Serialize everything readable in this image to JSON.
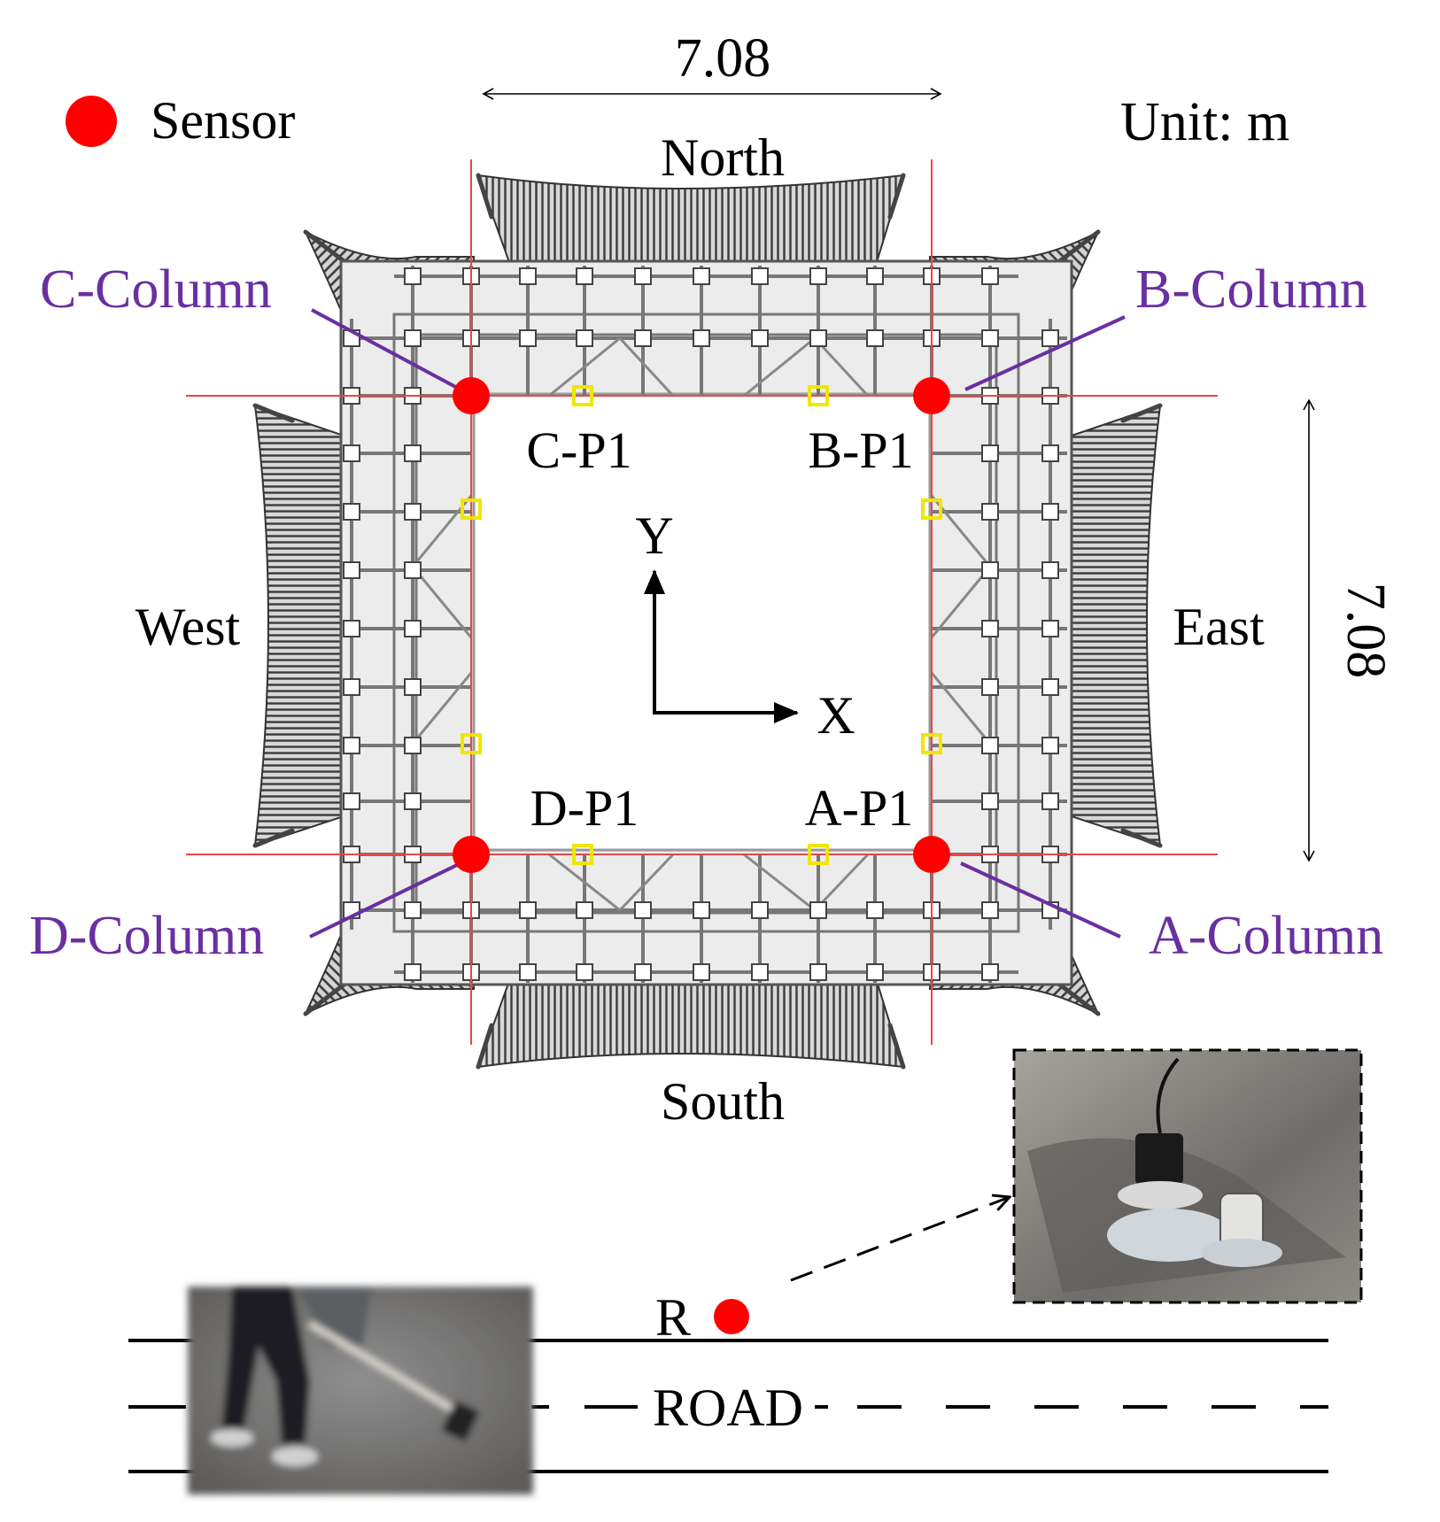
{
  "legend": {
    "sensor_label": "Sensor"
  },
  "unit_label": "Unit: m",
  "dimensions": {
    "top": "7.08",
    "right": "7.08"
  },
  "directions": {
    "north": "North",
    "south": "South",
    "west": "West",
    "east": "East"
  },
  "axes": {
    "x": "X",
    "y": "Y"
  },
  "columns": {
    "a": "A-Column",
    "b": "B-Column",
    "c": "C-Column",
    "d": "D-Column"
  },
  "points": {
    "a": "A-P1",
    "b": "B-P1",
    "c": "C-P1",
    "d": "D-P1"
  },
  "road": {
    "label": "ROAD",
    "sensor_label": "R"
  },
  "colors": {
    "sensor": "#ff0000",
    "column_label": "#6a2fa0",
    "grid_line": "#e8474a",
    "point_marker": "#f2e600",
    "structure": "#555555"
  }
}
